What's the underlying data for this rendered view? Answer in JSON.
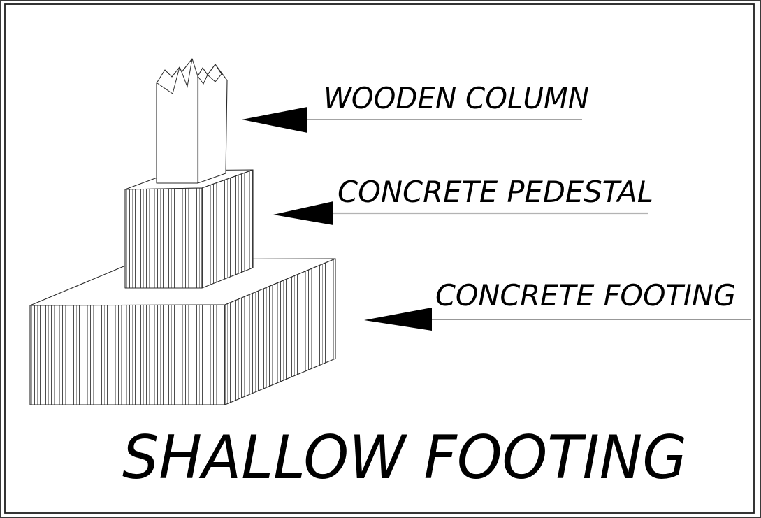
{
  "diagram": {
    "title": "SHALLOW FOOTING",
    "callouts": [
      {
        "label": "WOODEN COLUMN",
        "arrow": "left-filled-triangle"
      },
      {
        "label": "CONCRETE PEDESTAL",
        "arrow": "left-filled-triangle"
      },
      {
        "label": "CONCRETE FOOTING",
        "arrow": "left-filled-triangle"
      }
    ]
  },
  "colors": {
    "background": "#ffffff",
    "outline": "#2b2b2b",
    "hatch_dark": "#4d4d4d",
    "hatch_light": "#9a9a9a",
    "arrow_fill": "#000000",
    "leader_gray": "#b3b3b3",
    "leader_dark": "#6e6e6e",
    "text": "#000000",
    "border": "#1f1f1f"
  }
}
